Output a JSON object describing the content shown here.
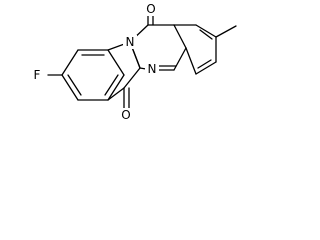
{
  "atoms": {
    "oxygen_top": "O",
    "oxygen_bottom": "O",
    "nitrogen_ring_junction": "N",
    "nitrogen_imine": "N",
    "fluorine": "F"
  },
  "colors": {
    "bond": "#000000",
    "label": "#000000",
    "background": "#ffffff"
  }
}
